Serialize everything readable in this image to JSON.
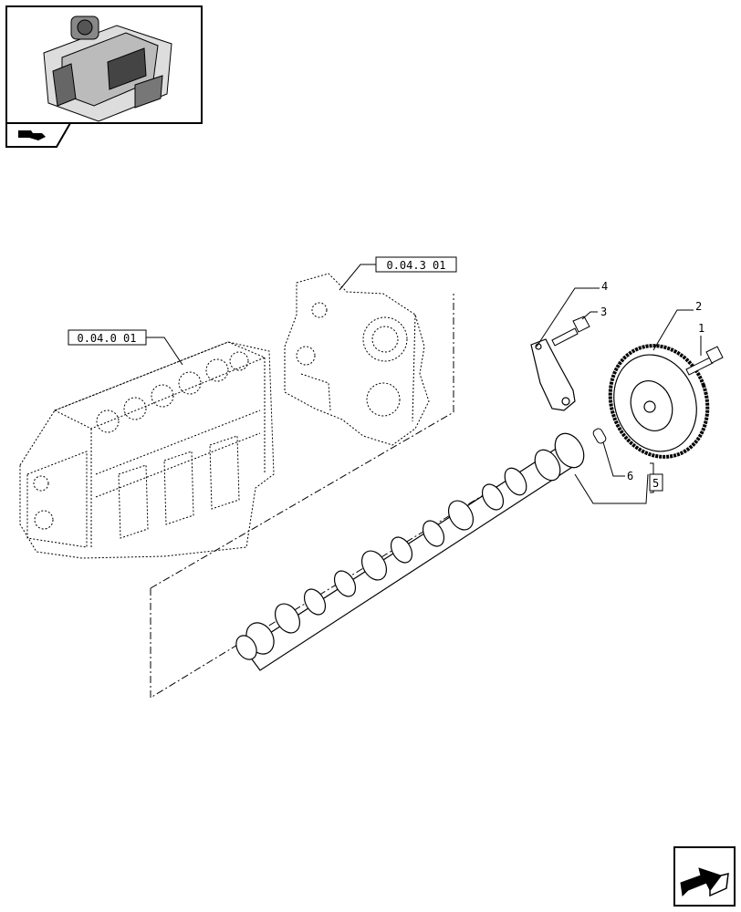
{
  "thumbnail": {
    "icon": "engine-thumbnail",
    "tab_icon": "section-tab-icon"
  },
  "refs": {
    "block": "0.04.0 01",
    "cover": "0.04.3 01"
  },
  "callouts": [
    "1",
    "2",
    "3",
    "4",
    "5",
    "6"
  ],
  "nav": {
    "icon": "next-page-arrow-icon"
  },
  "colors": {
    "line": "#000000",
    "background": "#ffffff",
    "part_fill": "#ffffff"
  }
}
